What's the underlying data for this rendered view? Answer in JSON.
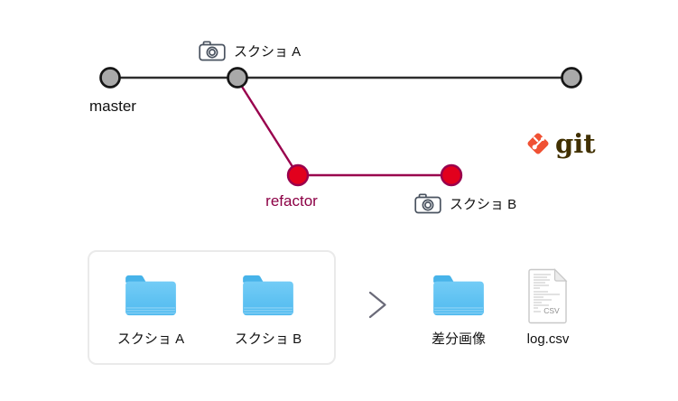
{
  "colors": {
    "label_text": "#111111",
    "master_line": "#2d2d2d",
    "master_node_fill": "#a9a9a9",
    "master_node_stroke": "#161616",
    "branch_line": "#99004d",
    "branch_node_fill": "#e2001d",
    "branch_node_stroke": "#99004d",
    "refactor_text": "#8c0045",
    "git_orange": "#f05133",
    "git_wordmark": "#413000",
    "camera_icon": "#4a5360",
    "chevron": "#6a6a78",
    "folder_tab": "#47b3e9",
    "folder_top": "#73ccf6",
    "folder_bottom": "#50baef",
    "box_border": "#eaeaea",
    "file_border": "#c8c8c8",
    "file_fold": "#ececec",
    "file_text_lines": "#c4c4c4",
    "file_badge_text": "#8f8f8f"
  },
  "git_graph": {
    "master_label": "master",
    "refactor_label": "refactor",
    "annotations": [
      {
        "label": "スクショ A"
      },
      {
        "label": "スクショ B"
      }
    ],
    "logo_text": "git"
  },
  "file_flow": {
    "input_folders": [
      {
        "label": "スクショ A"
      },
      {
        "label": "スクショ B"
      }
    ],
    "output_folder": {
      "label": "差分画像"
    },
    "output_file": {
      "label": "log.csv",
      "badge": "CSV"
    }
  }
}
